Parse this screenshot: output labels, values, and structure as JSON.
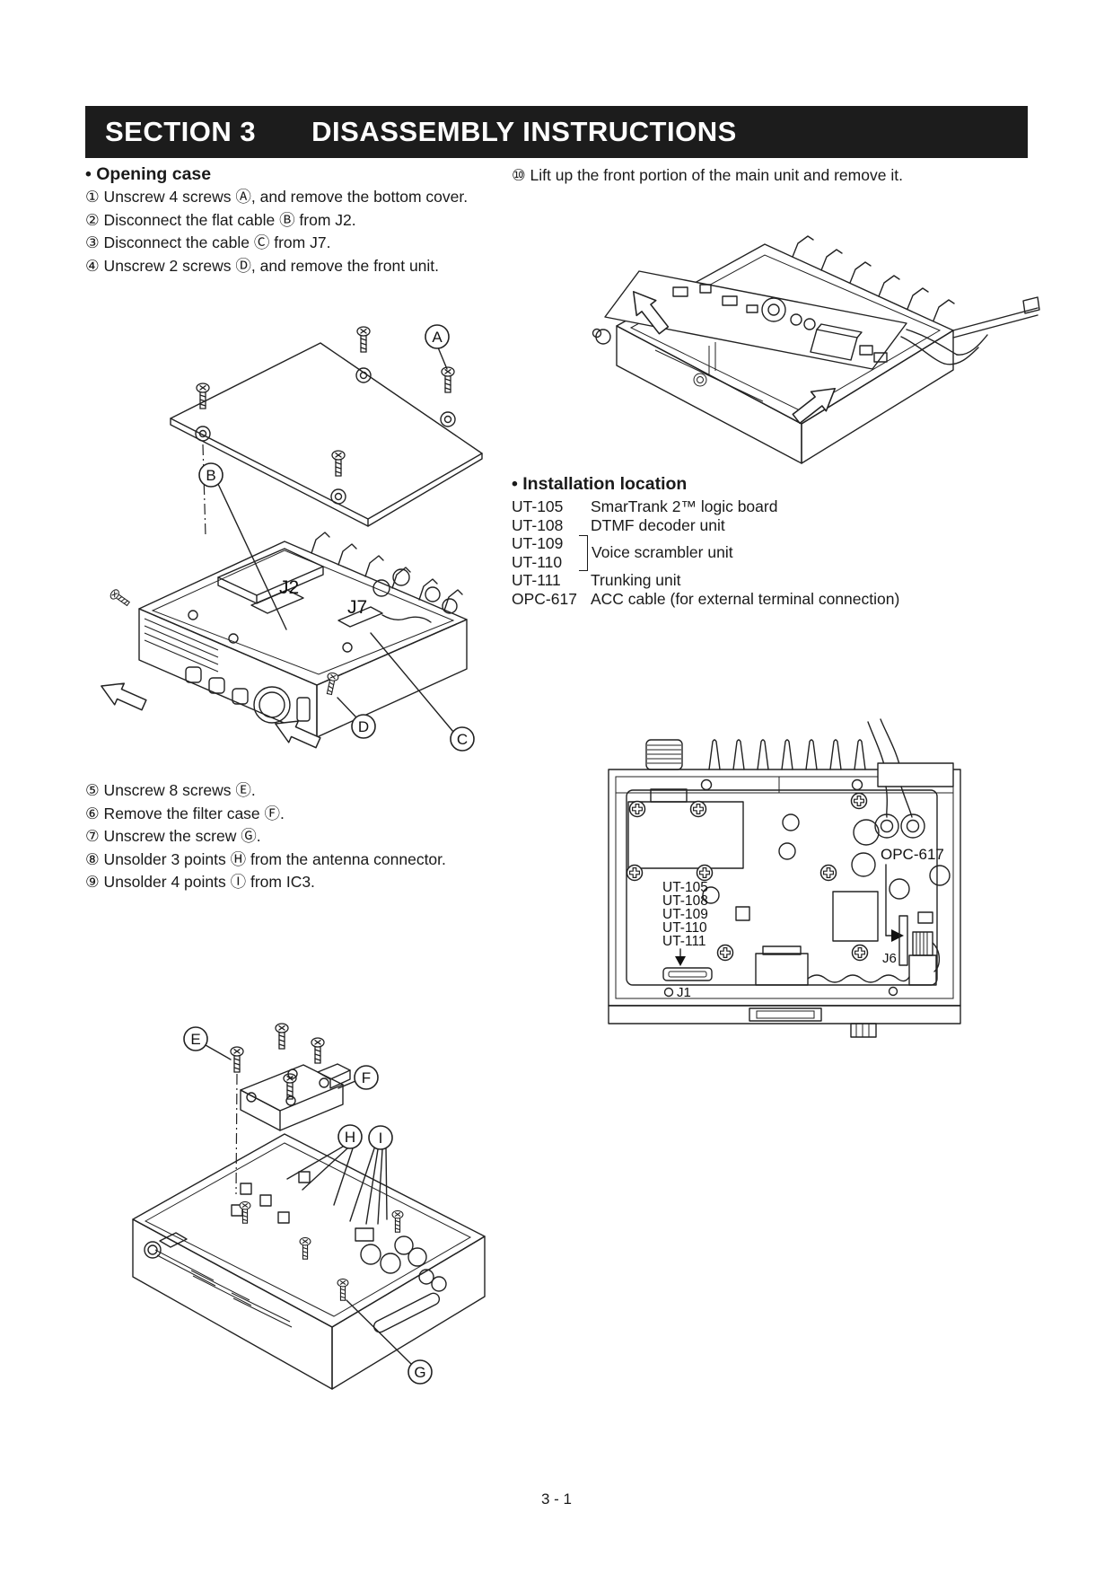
{
  "header": {
    "section": "SECTION 3",
    "title": "DISASSEMBLY INSTRUCTIONS"
  },
  "opening": {
    "heading": "• Opening case",
    "steps": [
      "① Unscrew 4 screws Ⓐ, and remove the bottom cover.",
      "② Disconnect the flat cable Ⓑ from J2.",
      "③ Disconnect the cable Ⓒ from J7.",
      "④ Unscrew 2 screws Ⓓ, and remove the front unit."
    ],
    "steps2": [
      "⑤ Unscrew 8 screws Ⓔ.",
      "⑥ Remove the filter case Ⓕ.",
      "⑦ Unscrew the screw Ⓖ.",
      "⑧ Unsolder 3 points Ⓗ from the antenna connector.",
      "⑨ Unsolder 4 points Ⓘ from IC3."
    ]
  },
  "right": {
    "step10": "⑩ Lift up the front portion of the main unit and remove it.",
    "installation": {
      "heading": "• Installation location",
      "rows": [
        {
          "code": "UT-105",
          "desc": "SmarTrank 2™ logic board"
        },
        {
          "code": "UT-108",
          "desc": "DTMF decoder unit"
        }
      ],
      "group": {
        "codes": [
          "UT-109",
          "UT-110"
        ],
        "desc": "Voice scrambler unit"
      },
      "rows2": [
        {
          "code": "UT-111",
          "desc": "Trunking unit"
        },
        {
          "code": "OPC-617",
          "desc": "ACC cable (for external terminal connection)"
        }
      ]
    }
  },
  "diagrams": {
    "d1": {
      "a": "A",
      "b": "B",
      "c": "C",
      "d": "D",
      "j2": "J2",
      "j7": "J7"
    },
    "d3": {
      "e": "E",
      "f": "F",
      "g": "G",
      "h": "H",
      "i": "I"
    },
    "d4": {
      "opc": "OPC-617",
      "ut": [
        "UT-105",
        "UT-108",
        "UT-109",
        "UT-110",
        "UT-111"
      ],
      "j1": "J1",
      "j6": "J6"
    }
  },
  "footer": {
    "page_number": "3 - 1"
  }
}
